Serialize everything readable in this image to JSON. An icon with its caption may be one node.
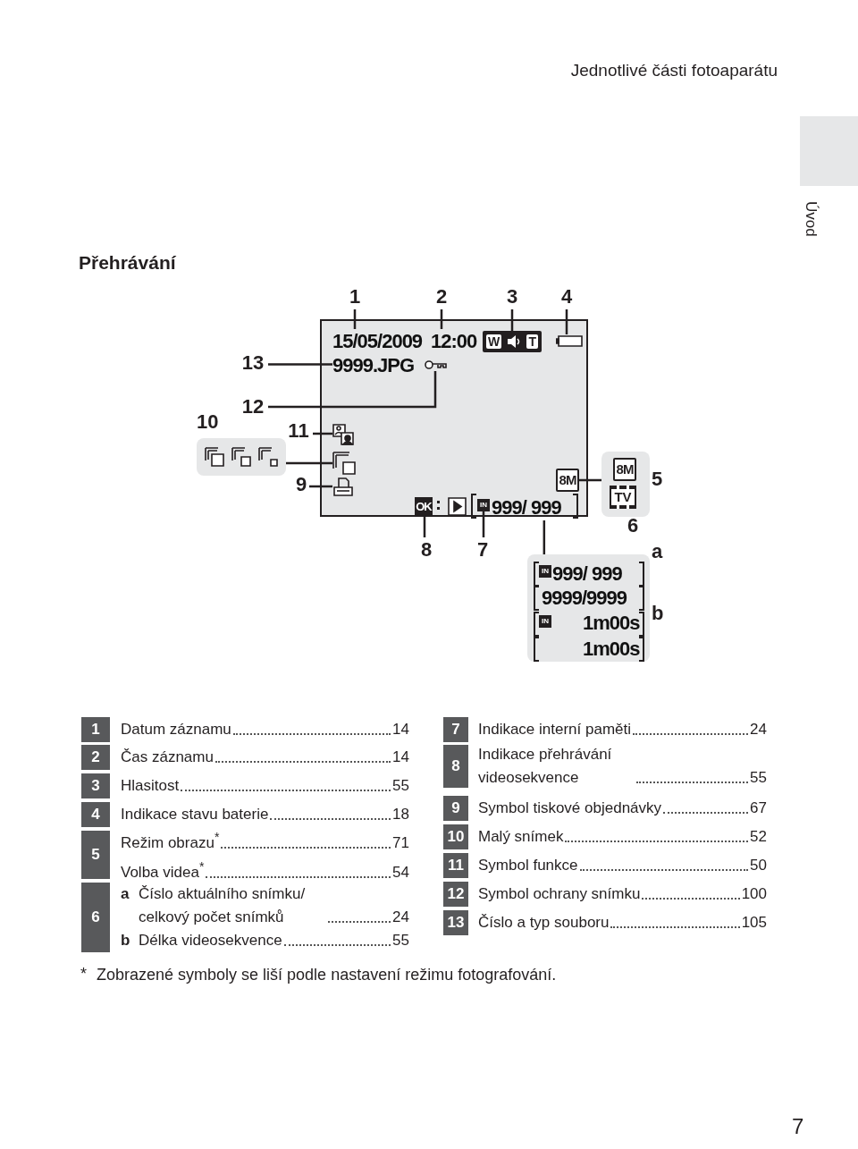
{
  "diagram": {
    "title": "Přehrávání",
    "nodes": [
      {
        "text": [],
        "shape": "box"
      },
      {
        "text": [
          "15/05/2009"
        ],
        "in": 0
      },
      {
        "text": [
          "12:00"
        ],
        "in": 0
      },
      {
        "text": [
          "W",
          "T"
        ],
        "in": 0
      },
      {
        "text": [],
        "shape": "battery",
        "in": 0
      },
      {
        "text": [
          "9999.JPG"
        ],
        "in": 0
      },
      {
        "text": [],
        "shape": "key",
        "in": 0
      },
      {
        "text": [],
        "shape": "icon",
        "in": 0
      },
      {
        "text": [],
        "shape": "icon",
        "in": 0
      },
      {
        "text": [],
        "shape": "icon",
        "in": 0
      },
      {
        "text": [
          "8M"
        ],
        "in": 0
      },
      {
        "text": [
          "OK"
        ],
        "in": 0
      },
      {
        "text": [],
        "shape": "icon",
        "in": 0
      },
      {
        "text": [
          "IN"
        ],
        "in": 0
      },
      {
        "text": [
          "999/ 999"
        ],
        "in": 0
      },
      {
        "text": [],
        "shape": "box"
      },
      {
        "text": [],
        "shape": "icon",
        "in": 15
      },
      {
        "text": [],
        "shape": "icon",
        "in": 15
      },
      {
        "text": [],
        "shape": "icon",
        "in": 15
      },
      {
        "text": [],
        "shape": "box"
      },
      {
        "text": [
          "8M"
        ],
        "in": 19
      },
      {
        "text": [
          "TV"
        ],
        "in": 19
      },
      {
        "text": [],
        "shape": "box"
      },
      {
        "text": [
          "IN"
        ],
        "in": 22
      },
      {
        "text": [
          "999/ 999"
        ],
        "in": 22
      },
      {
        "text": [
          "9999/9999"
        ],
        "in": 22
      },
      {
        "text": [
          "IN"
        ],
        "in": 22
      },
      {
        "text": [
          "1m00s"
        ],
        "in": 22
      },
      {
        "text": [
          "1m00s"
        ],
        "in": 22
      },
      {
        "text": [
          "1"
        ]
      },
      {
        "text": [
          "2"
        ]
      },
      {
        "text": [
          "3"
        ]
      },
      {
        "text": [
          "4"
        ]
      },
      {
        "text": [
          "13"
        ]
      },
      {
        "text": [
          "12"
        ]
      },
      {
        "text": [
          "11"
        ]
      },
      {
        "text": [
          "9"
        ]
      },
      {
        "text": [
          "8"
        ]
      },
      {
        "text": [
          "7"
        ]
      },
      {
        "text": [
          "Úvod"
        ]
      }
    ],
    "edges": [
      {
        "from": 29,
        "to": 1,
        "arrow": "none"
      },
      {
        "from": 30,
        "to": 2,
        "arrow": "none"
      },
      {
        "from": 31,
        "to": 3,
        "arrow": "none"
      },
      {
        "from": 32,
        "to": 4,
        "arrow": "none"
      },
      {
        "from": 33,
        "to": 5,
        "arrow": "none"
      },
      {
        "from": 34,
        "to": 6,
        "arrow": "none"
      },
      {
        "from": 35,
        "to": 7,
        "arrow": "none"
      },
      {
        "from": 15,
        "to": 8,
        "arrow": "none"
      },
      {
        "from": 36,
        "to": 9,
        "arrow": "none"
      },
      {
        "from": 10,
        "to": 19,
        "arrow": "none"
      },
      {
        "from": 14,
        "to": 22,
        "arrow": "none"
      },
      {
        "from": 37,
        "to": 11,
        "arrow": "none"
      },
      {
        "from": 38,
        "to": 13,
        "arrow": "none"
      }
    ],
    "labels": [
      "Jednotlivé části fotoaparátu",
      "10",
      "5",
      "6",
      "a",
      "b",
      "1",
      "Datum záznamu",
      "14",
      "2",
      "Čas záznamu",
      "14",
      "3",
      "Hlasitost",
      "55",
      "4",
      "Indikace stavu baterie",
      "18",
      "5",
      "Režim obrazu$^{*}$",
      "71",
      "Volba videa$^{*}$",
      "54",
      "6",
      "a",
      "Číslo aktuálního snímku/ celkový počet snímků",
      "24",
      "b",
      "Délka videosekvence",
      "55",
      "7",
      "Indikace interní paměti",
      "24",
      "8",
      "Indikace přehrávání videosekvence",
      "55",
      "9",
      "Symbol tiskové objednávky",
      "67",
      "10",
      "Malý snímek",
      "52",
      "11",
      "Symbol funkce",
      "50",
      "12",
      "Symbol ochrany snímku",
      "100",
      "13",
      "Číslo a typ souboru",
      "105",
      "*",
      "Zobrazené symboly se liší podle nastavení režimu fotografování.",
      "7"
    ]
  }
}
